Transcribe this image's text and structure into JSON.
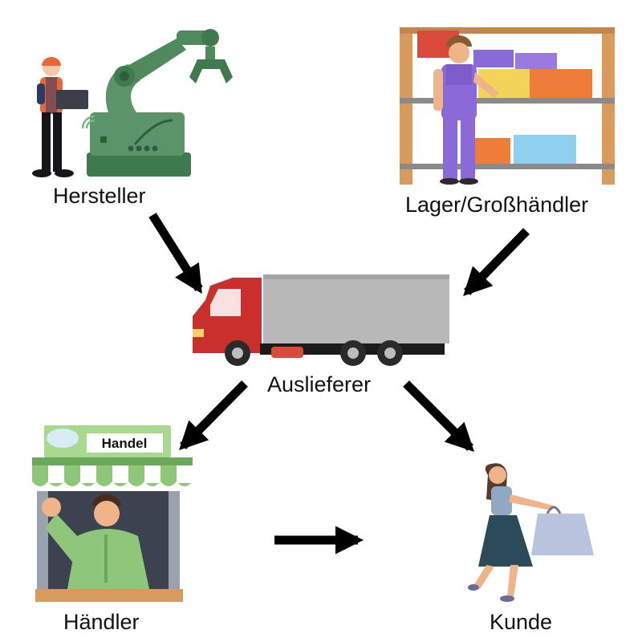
{
  "nodes": {
    "manufacturer": {
      "label": "Hersteller"
    },
    "warehouse": {
      "label": "Lager/Großhändler"
    },
    "carrier": {
      "label": "Auslieferer"
    },
    "dealer": {
      "label": "Händler",
      "shop_sign": "Handel"
    },
    "customer": {
      "label": "Kunde"
    }
  },
  "edges": [
    {
      "from": "manufacturer",
      "to": "carrier"
    },
    {
      "from": "warehouse",
      "to": "carrier"
    },
    {
      "from": "carrier",
      "to": "dealer"
    },
    {
      "from": "carrier",
      "to": "customer"
    },
    {
      "from": "dealer",
      "to": "customer"
    }
  ],
  "colors": {
    "arrow": "#000000",
    "robot": "#4f8a5e",
    "truck_cab": "#c9302c",
    "truck_box": "#b8b8b8",
    "shelf": "#d99a5e",
    "awning": "#8fc77a",
    "overalls": "#8a6ad6",
    "bag": "#b8c3dd",
    "skirt": "#2b4a5a"
  },
  "icons": [
    "engineer-icon",
    "robot-arm-icon",
    "warehouse-shelf-icon",
    "warehouse-worker-icon",
    "truck-icon",
    "shop-icon",
    "shopkeeper-icon",
    "shopper-icon",
    "shopping-bag-icon"
  ]
}
